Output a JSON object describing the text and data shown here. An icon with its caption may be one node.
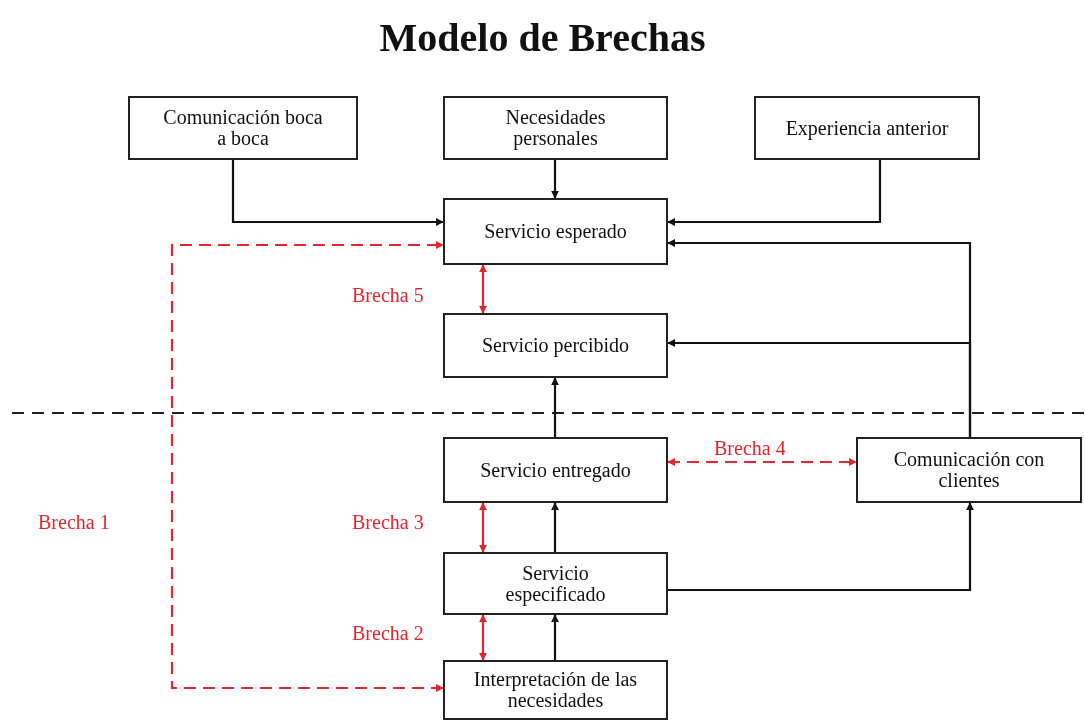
{
  "diagram": {
    "title": "Modelo de Brechas",
    "nodes": [
      {
        "text": [
          "Comunicación boca a boca"
        ]
      },
      {
        "text": [
          "Necesidades personales"
        ]
      },
      {
        "text": [
          "Experiencia anterior"
        ]
      },
      {
        "text": [
          "Servicio esperado"
        ]
      },
      {
        "text": [
          "Servicio percibido"
        ]
      },
      {
        "text": [
          "Servicio entregado"
        ]
      },
      {
        "text": [
          "Comunicación con clientes"
        ]
      },
      {
        "text": [
          "Servicio especificado"
        ]
      },
      {
        "text": [
          "Interpretación de las necesidades"
        ]
      }
    ],
    "edges": [
      {
        "from": 0,
        "to": 3,
        "arrow": "to"
      },
      {
        "from": 1,
        "to": 3,
        "arrow": "to"
      },
      {
        "from": 2,
        "to": 3,
        "arrow": "to"
      },
      {
        "from": 6,
        "to": 3,
        "arrow": "to"
      },
      {
        "from": 6,
        "to": 4,
        "arrow": "to"
      },
      {
        "from": 3,
        "to": 4,
        "arrow": "both",
        "label": "Brecha 5",
        "color": "#e3262e"
      },
      {
        "from": 5,
        "to": 4,
        "arrow": "to"
      },
      {
        "from": 5,
        "to": 6,
        "arrow": "both",
        "label": "Brecha 4",
        "style": "dashed",
        "color": "#e3262e"
      },
      {
        "from": 7,
        "to": 5,
        "arrow": "to"
      },
      {
        "from": 7,
        "to": 6,
        "arrow": "to"
      },
      {
        "from": 5,
        "to": 7,
        "arrow": "both",
        "label": "Brecha 3",
        "color": "#e3262e"
      },
      {
        "from": 8,
        "to": 7,
        "arrow": "to"
      },
      {
        "from": 7,
        "to": 8,
        "arrow": "both",
        "label": "Brecha 2",
        "color": "#e3262e"
      },
      {
        "from": 8,
        "to": 3,
        "arrow": "both",
        "label": "Brecha 1",
        "style": "dashed",
        "color": "#e3262e"
      }
    ]
  }
}
